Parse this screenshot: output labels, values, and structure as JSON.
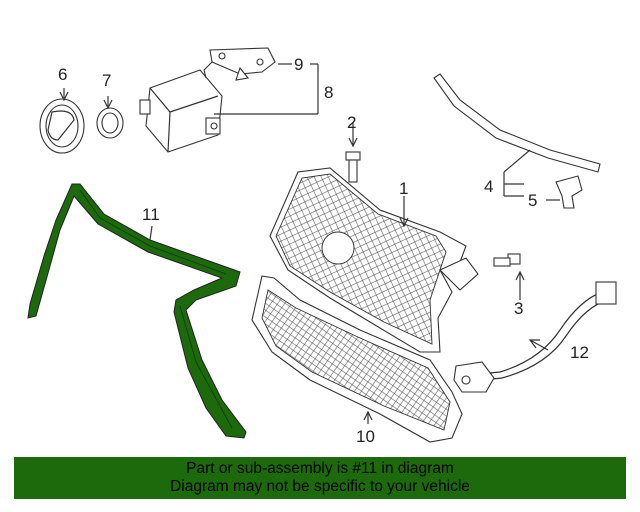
{
  "callouts": {
    "c1": "1",
    "c2": "2",
    "c3": "3",
    "c4": "4",
    "c5": "5",
    "c6": "6",
    "c7": "7",
    "c8": "8",
    "c9": "9",
    "c10": "10",
    "c11": "11",
    "c12": "12"
  },
  "colors": {
    "highlight": "#1c6a0c",
    "banner": "#1c6a0c",
    "line": "#333333"
  },
  "banner": {
    "line1": "Part or sub-assembly is #11 in diagram",
    "line2": "Diagram may not be specific to your vehicle"
  }
}
